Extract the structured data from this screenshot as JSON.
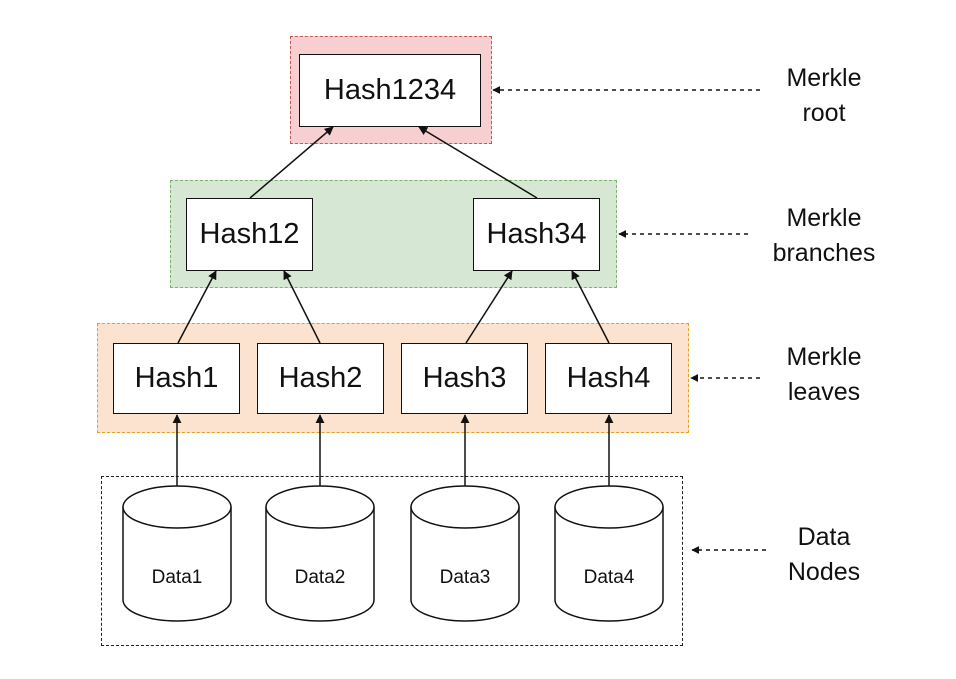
{
  "root": {
    "hash": "Hash1234",
    "label_line1": "Merkle",
    "label_line2": "root"
  },
  "branches": {
    "hashes": [
      "Hash12",
      "Hash34"
    ],
    "label_line1": "Merkle",
    "label_line2": "branches"
  },
  "leaves": {
    "hashes": [
      "Hash1",
      "Hash2",
      "Hash3",
      "Hash4"
    ],
    "label_line1": "Merkle",
    "label_line2": "leaves"
  },
  "data_nodes": {
    "items": [
      "Data1",
      "Data2",
      "Data3",
      "Data4"
    ],
    "label_line1": "Data",
    "label_line2": "Nodes"
  },
  "colors": {
    "root_fill": "#f7cfd1",
    "root_border": "#c9585e",
    "branch_fill": "#d6e8d4",
    "branch_border": "#7fb171",
    "leaf_fill": "#fbe3d0",
    "leaf_border": "#e0a21f"
  }
}
